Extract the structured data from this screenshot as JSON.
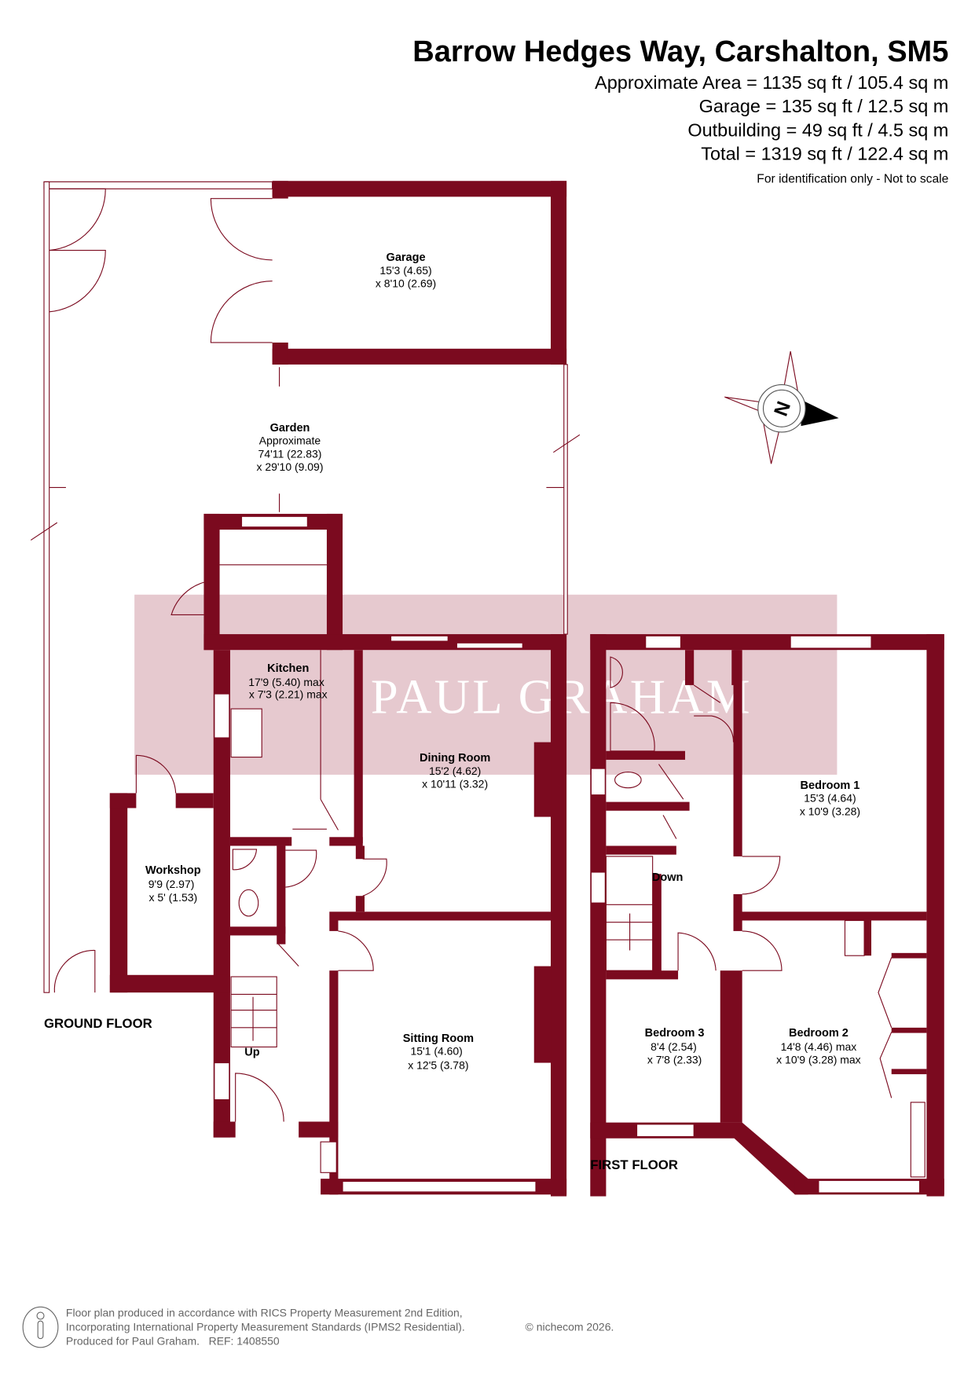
{
  "header": {
    "title": "Barrow Hedges Way, Carshalton, SM5",
    "areas": [
      "Approximate Area = 1135 sq ft / 105.4 sq m",
      "Garage = 135 sq ft / 12.5 sq m",
      "Outbuilding = 49 sq ft / 4.5 sq m",
      "Total = 1319 sq ft / 122.4 sq m"
    ],
    "disclaimer": "For identification only - Not to scale"
  },
  "floors": {
    "ground": "GROUND FLOOR",
    "first": "FIRST FLOOR"
  },
  "rooms": {
    "garage": {
      "name": "Garage",
      "dim1": "15'3 (4.65)",
      "dim2": "x 8'10 (2.69)"
    },
    "garden": {
      "name": "Garden",
      "note": "Approximate",
      "dim1": "74'11 (22.83)",
      "dim2": "x 29'10 (9.09)"
    },
    "kitchen": {
      "name": "Kitchen",
      "dim1": "17'9 (5.40) max",
      "dim2": "x 7'3 (2.21) max"
    },
    "dining": {
      "name": "Dining Room",
      "dim1": "15'2 (4.62)",
      "dim2": "x 10'11 (3.32)"
    },
    "workshop": {
      "name": "Workshop",
      "dim1": "9'9 (2.97)",
      "dim2": "x 5' (1.53)"
    },
    "sitting": {
      "name": "Sitting Room",
      "dim1": "15'1 (4.60)",
      "dim2": "x 12'5 (3.78)"
    },
    "bedroom1": {
      "name": "Bedroom 1",
      "dim1": "15'3 (4.64)",
      "dim2": "x 10'9 (3.28)"
    },
    "bedroom2": {
      "name": "Bedroom 2",
      "dim1": "14'8 (4.46) max",
      "dim2": "x 10'9 (3.28) max"
    },
    "bedroom3": {
      "name": "Bedroom 3",
      "dim1": "8'4 (2.54)",
      "dim2": "x 7'8 (2.33)"
    }
  },
  "stairs": {
    "up": "Up",
    "down": "Down"
  },
  "watermark": "PAUL GRAHAM",
  "compass": {
    "label": "N"
  },
  "footer": {
    "line1": "Floor plan produced in accordance with RICS Property Measurement 2nd Edition,",
    "line2": "Incorporating International Property Measurement Standards (IPMS2 Residential).",
    "copyright": "© nichecom 2026.",
    "line3": "Produced for Paul Graham.   REF: 1408550"
  },
  "colors": {
    "wall": "#7b0a1f",
    "watermark_band": "#e6c9cf"
  }
}
